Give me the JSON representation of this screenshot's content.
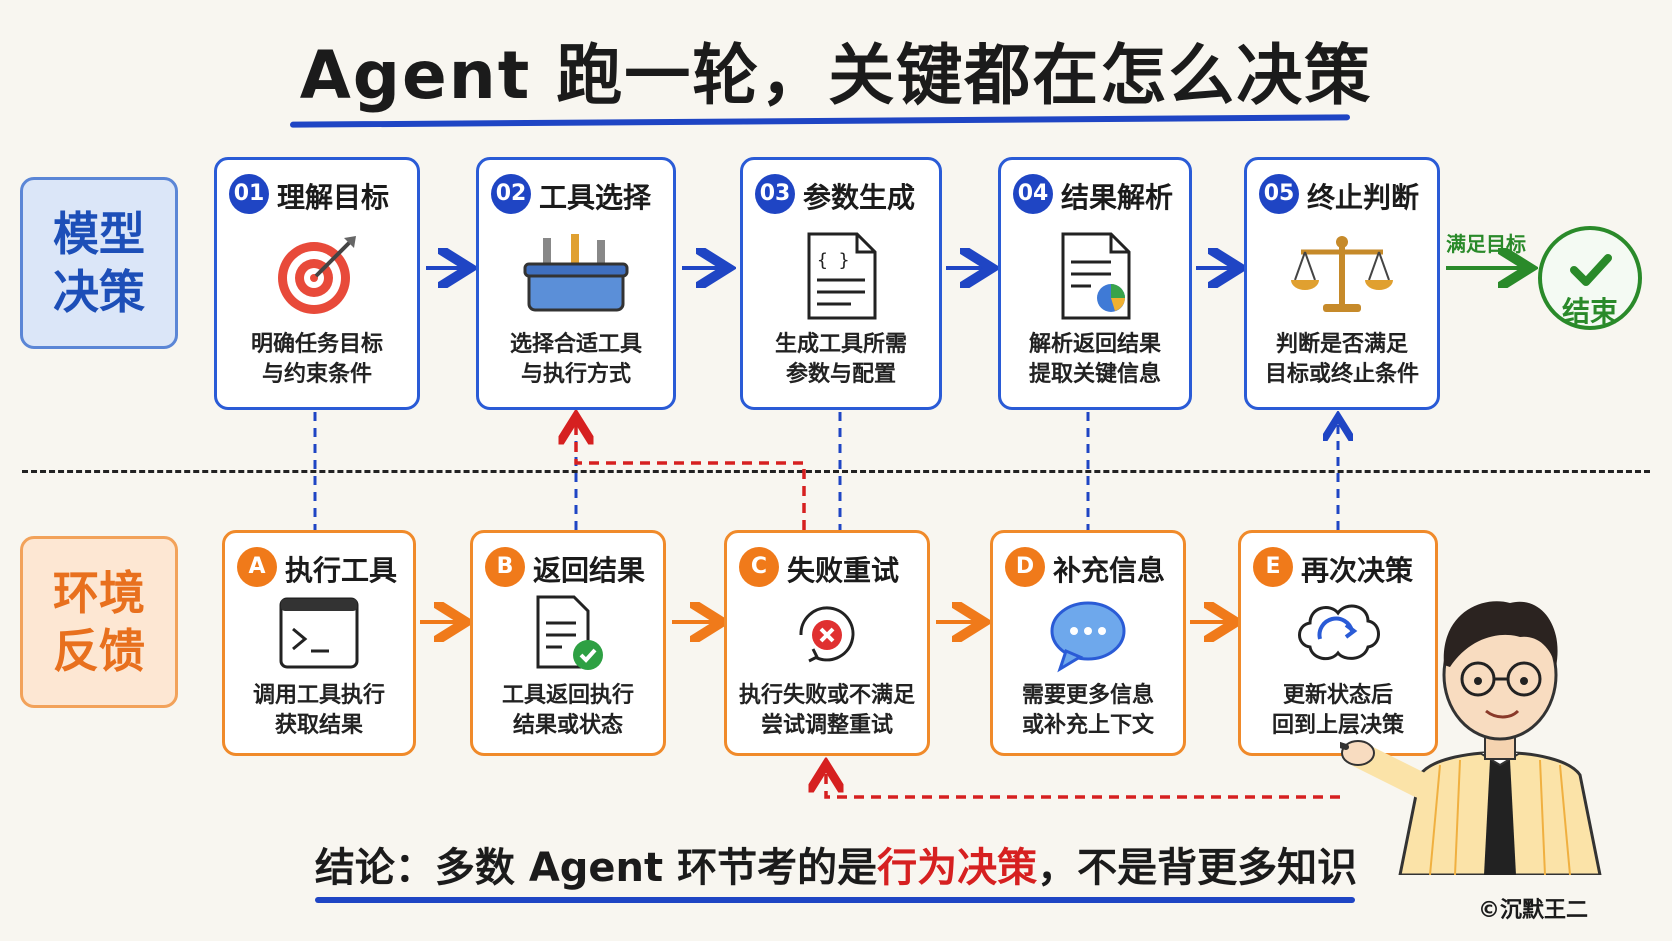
{
  "title": "Agent 跑一轮，关键都在怎么决策",
  "lanes": {
    "model": "模型\n决策",
    "env": "环境\n反馈"
  },
  "model_steps": [
    {
      "num": "01",
      "title": "理解目标",
      "desc1": "明确任务目标",
      "desc2": "与约束条件",
      "icon": "target-icon"
    },
    {
      "num": "02",
      "title": "工具选择",
      "desc1": "选择合适工具",
      "desc2": "与执行方式",
      "icon": "toolbox-icon"
    },
    {
      "num": "03",
      "title": "参数生成",
      "desc1": "生成工具所需",
      "desc2": "参数与配置",
      "icon": "code-document-icon"
    },
    {
      "num": "04",
      "title": "结果解析",
      "desc1": "解析返回结果",
      "desc2": "提取关键信息",
      "icon": "report-icon"
    },
    {
      "num": "05",
      "title": "终止判断",
      "desc1": "判断是否满足",
      "desc2": "目标或终止条件",
      "icon": "scale-icon"
    }
  ],
  "env_steps": [
    {
      "num": "A",
      "title": "执行工具",
      "desc1": "调用工具执行",
      "desc2": "获取结果",
      "icon": "terminal-icon"
    },
    {
      "num": "B",
      "title": "返回结果",
      "desc1": "工具返回执行",
      "desc2": "结果或状态",
      "icon": "document-check-icon"
    },
    {
      "num": "C",
      "title": "失败重试",
      "desc1": "执行失败或不满足",
      "desc2": "尝试调整重试",
      "icon": "retry-error-icon"
    },
    {
      "num": "D",
      "title": "补充信息",
      "desc1": "需要更多信息",
      "desc2": "或补充上下文",
      "icon": "chat-bubble-icon"
    },
    {
      "num": "E",
      "title": "再次决策",
      "desc1": "更新状态后",
      "desc2": "回到上层决策",
      "icon": "brain-cycle-icon"
    }
  ],
  "end": {
    "arrow_label": "满足目标",
    "label": "结束"
  },
  "conclusion": {
    "prefix": "结论：多数 Agent 环节考的是",
    "highlight": "行为决策",
    "suffix": "，不是背更多知识"
  },
  "credit": "©沉默王二",
  "colors": {
    "blue": "#1f45c4",
    "orange": "#f07a1a",
    "red": "#d62020",
    "green": "#2a8a2a"
  }
}
